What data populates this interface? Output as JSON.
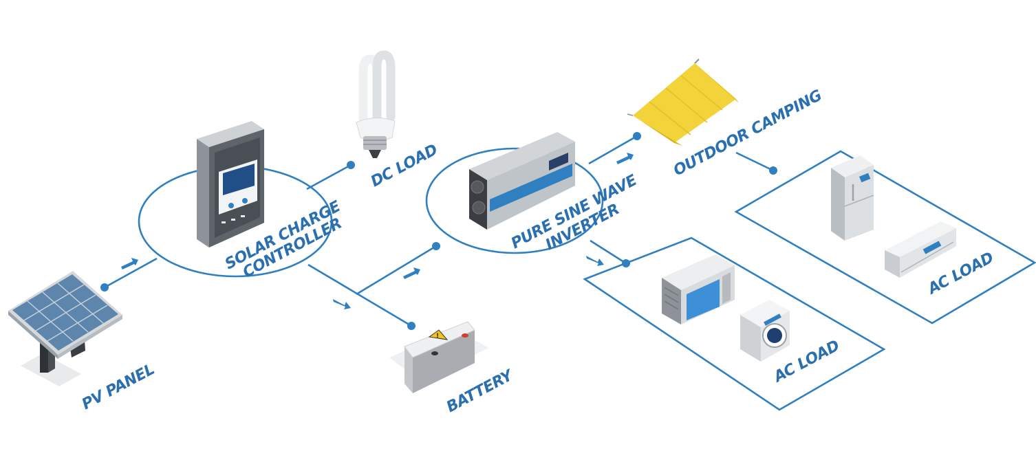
{
  "labels": {
    "pv_panel": "PV PANEL",
    "controller_line1": "SOLAR CHARGE",
    "controller_line2": "CONTROLLER",
    "dc_load": "DC LOAD",
    "battery": "BATTERY",
    "inverter_line1": "PURE SINE WAVE",
    "inverter_line2": "INVERTER",
    "outdoor_camping": "OUTDOOR CAMPING",
    "ac_load_1": "AC LOAD",
    "ac_load_2": "AC LOAD"
  },
  "icons": {
    "pv_panel": "solar-panel-icon",
    "controller": "charge-controller-icon",
    "dc_load": "cfl-bulb-icon",
    "battery": "battery-icon",
    "inverter": "inverter-icon",
    "tent": "tent-icon",
    "microwave": "microwave-icon",
    "washer": "washing-machine-icon",
    "fridge": "refrigerator-icon",
    "air_conditioner": "air-conditioner-icon"
  },
  "colors": {
    "accent": "#2f7fc1",
    "label": "#2a6fb0",
    "tent": "#f2d33a"
  }
}
